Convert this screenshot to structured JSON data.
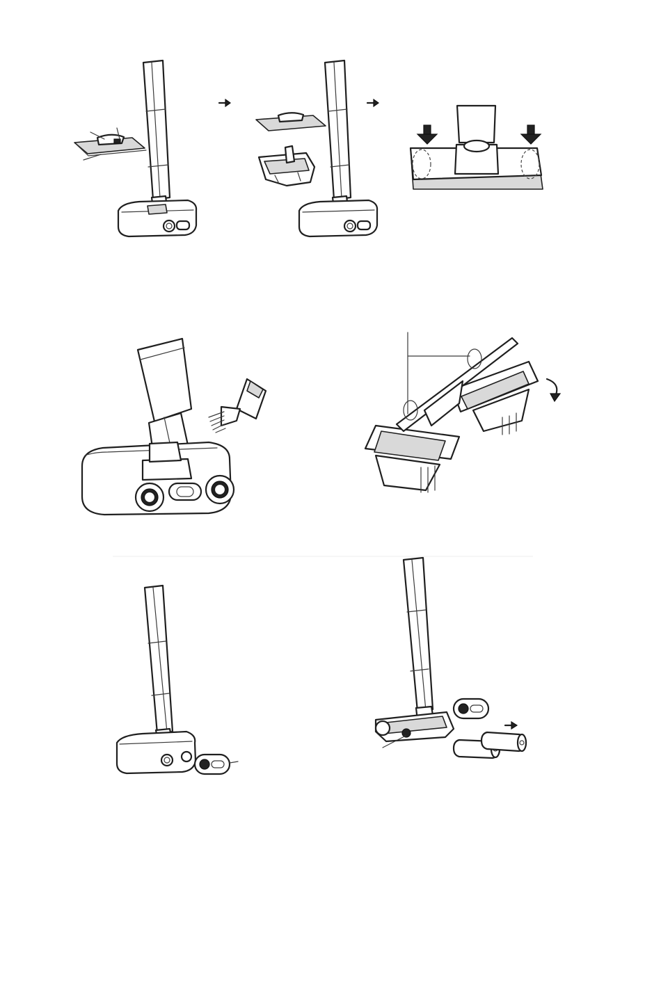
{
  "figures": [
    {
      "id": "step-1-remove-pad-cover",
      "icon": "mop-with-detached-pad-cover"
    },
    {
      "id": "step-2-remove-pad-holder",
      "icon": "mop-with-pad-and-holder-removed"
    },
    {
      "id": "step-3-press-pad-on",
      "icon": "press-down-arrows"
    },
    {
      "id": "step-4-brush-clean",
      "icon": "cleaning-brush"
    },
    {
      "id": "step-5-open-tank",
      "icon": "rotate-arrow"
    },
    {
      "id": "step-6-remove-side-cap",
      "icon": "side-cap"
    },
    {
      "id": "step-7-replace-batteries",
      "icon": "batteries"
    }
  ],
  "arrows": [
    "next-step-arrow",
    "next-step-arrow"
  ],
  "colors": {
    "line": "#1f1f1f",
    "shade": "#d9d9d9",
    "background": "#ffffff"
  }
}
